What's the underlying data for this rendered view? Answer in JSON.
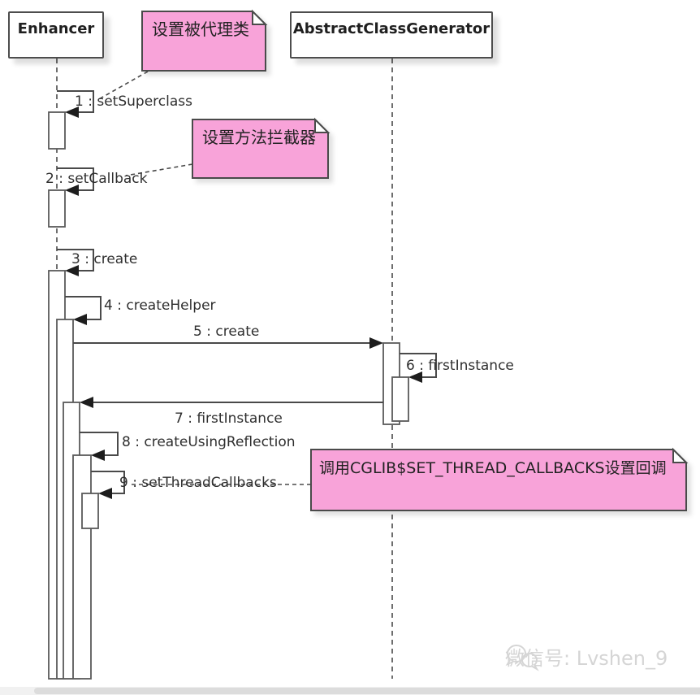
{
  "diagram": {
    "participants": [
      {
        "label": "Enhancer"
      },
      {
        "label": "AbstractClassGenerator"
      }
    ],
    "messages": [
      {
        "label": "1 : setSuperclass"
      },
      {
        "label": "2 : setCallback"
      },
      {
        "label": "3 : create"
      },
      {
        "label": "4 : createHelper"
      },
      {
        "label": "5 : create"
      },
      {
        "label": "6 : firstInstance"
      },
      {
        "label": "7 : firstInstance"
      },
      {
        "label": "8 : createUsingReflection"
      },
      {
        "label": "9 : setThreadCallbacks"
      }
    ],
    "notes": [
      {
        "text": "设置被代理类"
      },
      {
        "text": "设置方法拦截器"
      },
      {
        "text": "调用CGLIB$SET_THREAD_CALLBACKS设置回调"
      }
    ],
    "colors": {
      "note_fill": "#F8A3D9",
      "note_border": "#4a4a4a",
      "line": "#4a4a4a",
      "arrowhead": "#1d1d1d",
      "watermark": "#d5d5d5"
    }
  },
  "watermark": {
    "label": "微信号: Lvshen_9",
    "icon": "wechat-chat-bubbles-icon"
  }
}
